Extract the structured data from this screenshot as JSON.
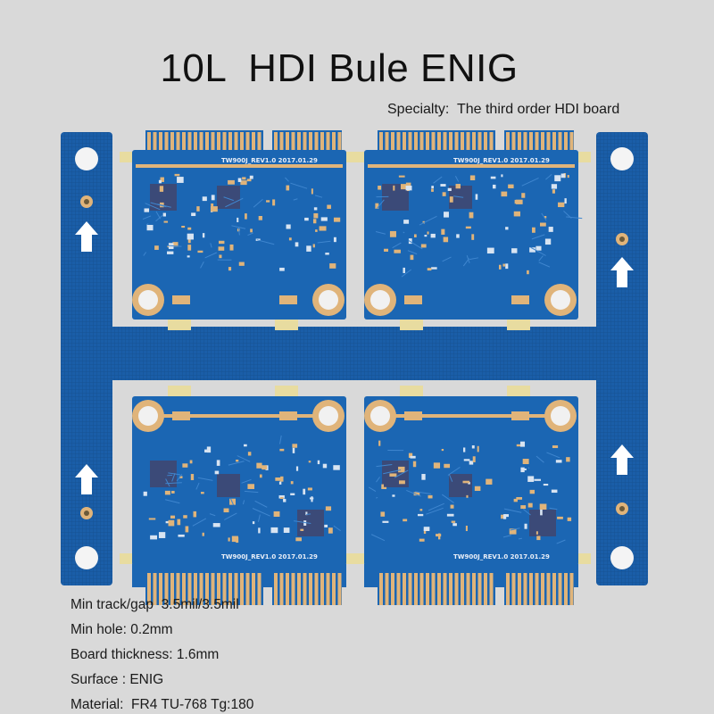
{
  "title": "10L  HDI Bule ENIG",
  "specialty": "Specialty:  The third order HDI board",
  "specs": [
    "Min track/gap  3.5mil/3.5mil",
    "Min hole: 0.2mm",
    "Board thickness: 1.6mm",
    "Surface : ENIG",
    "Material:  FR4 TU-768 Tg:180"
  ],
  "board_silkscreen": "TW900J_REV1.0 2017.01.29",
  "colors": {
    "background": "#d9d9d9",
    "solder_mask": "#1b66b3",
    "rail": "#1a5ea8",
    "gold": "#e0b47a",
    "chip": "#3b4a78"
  }
}
